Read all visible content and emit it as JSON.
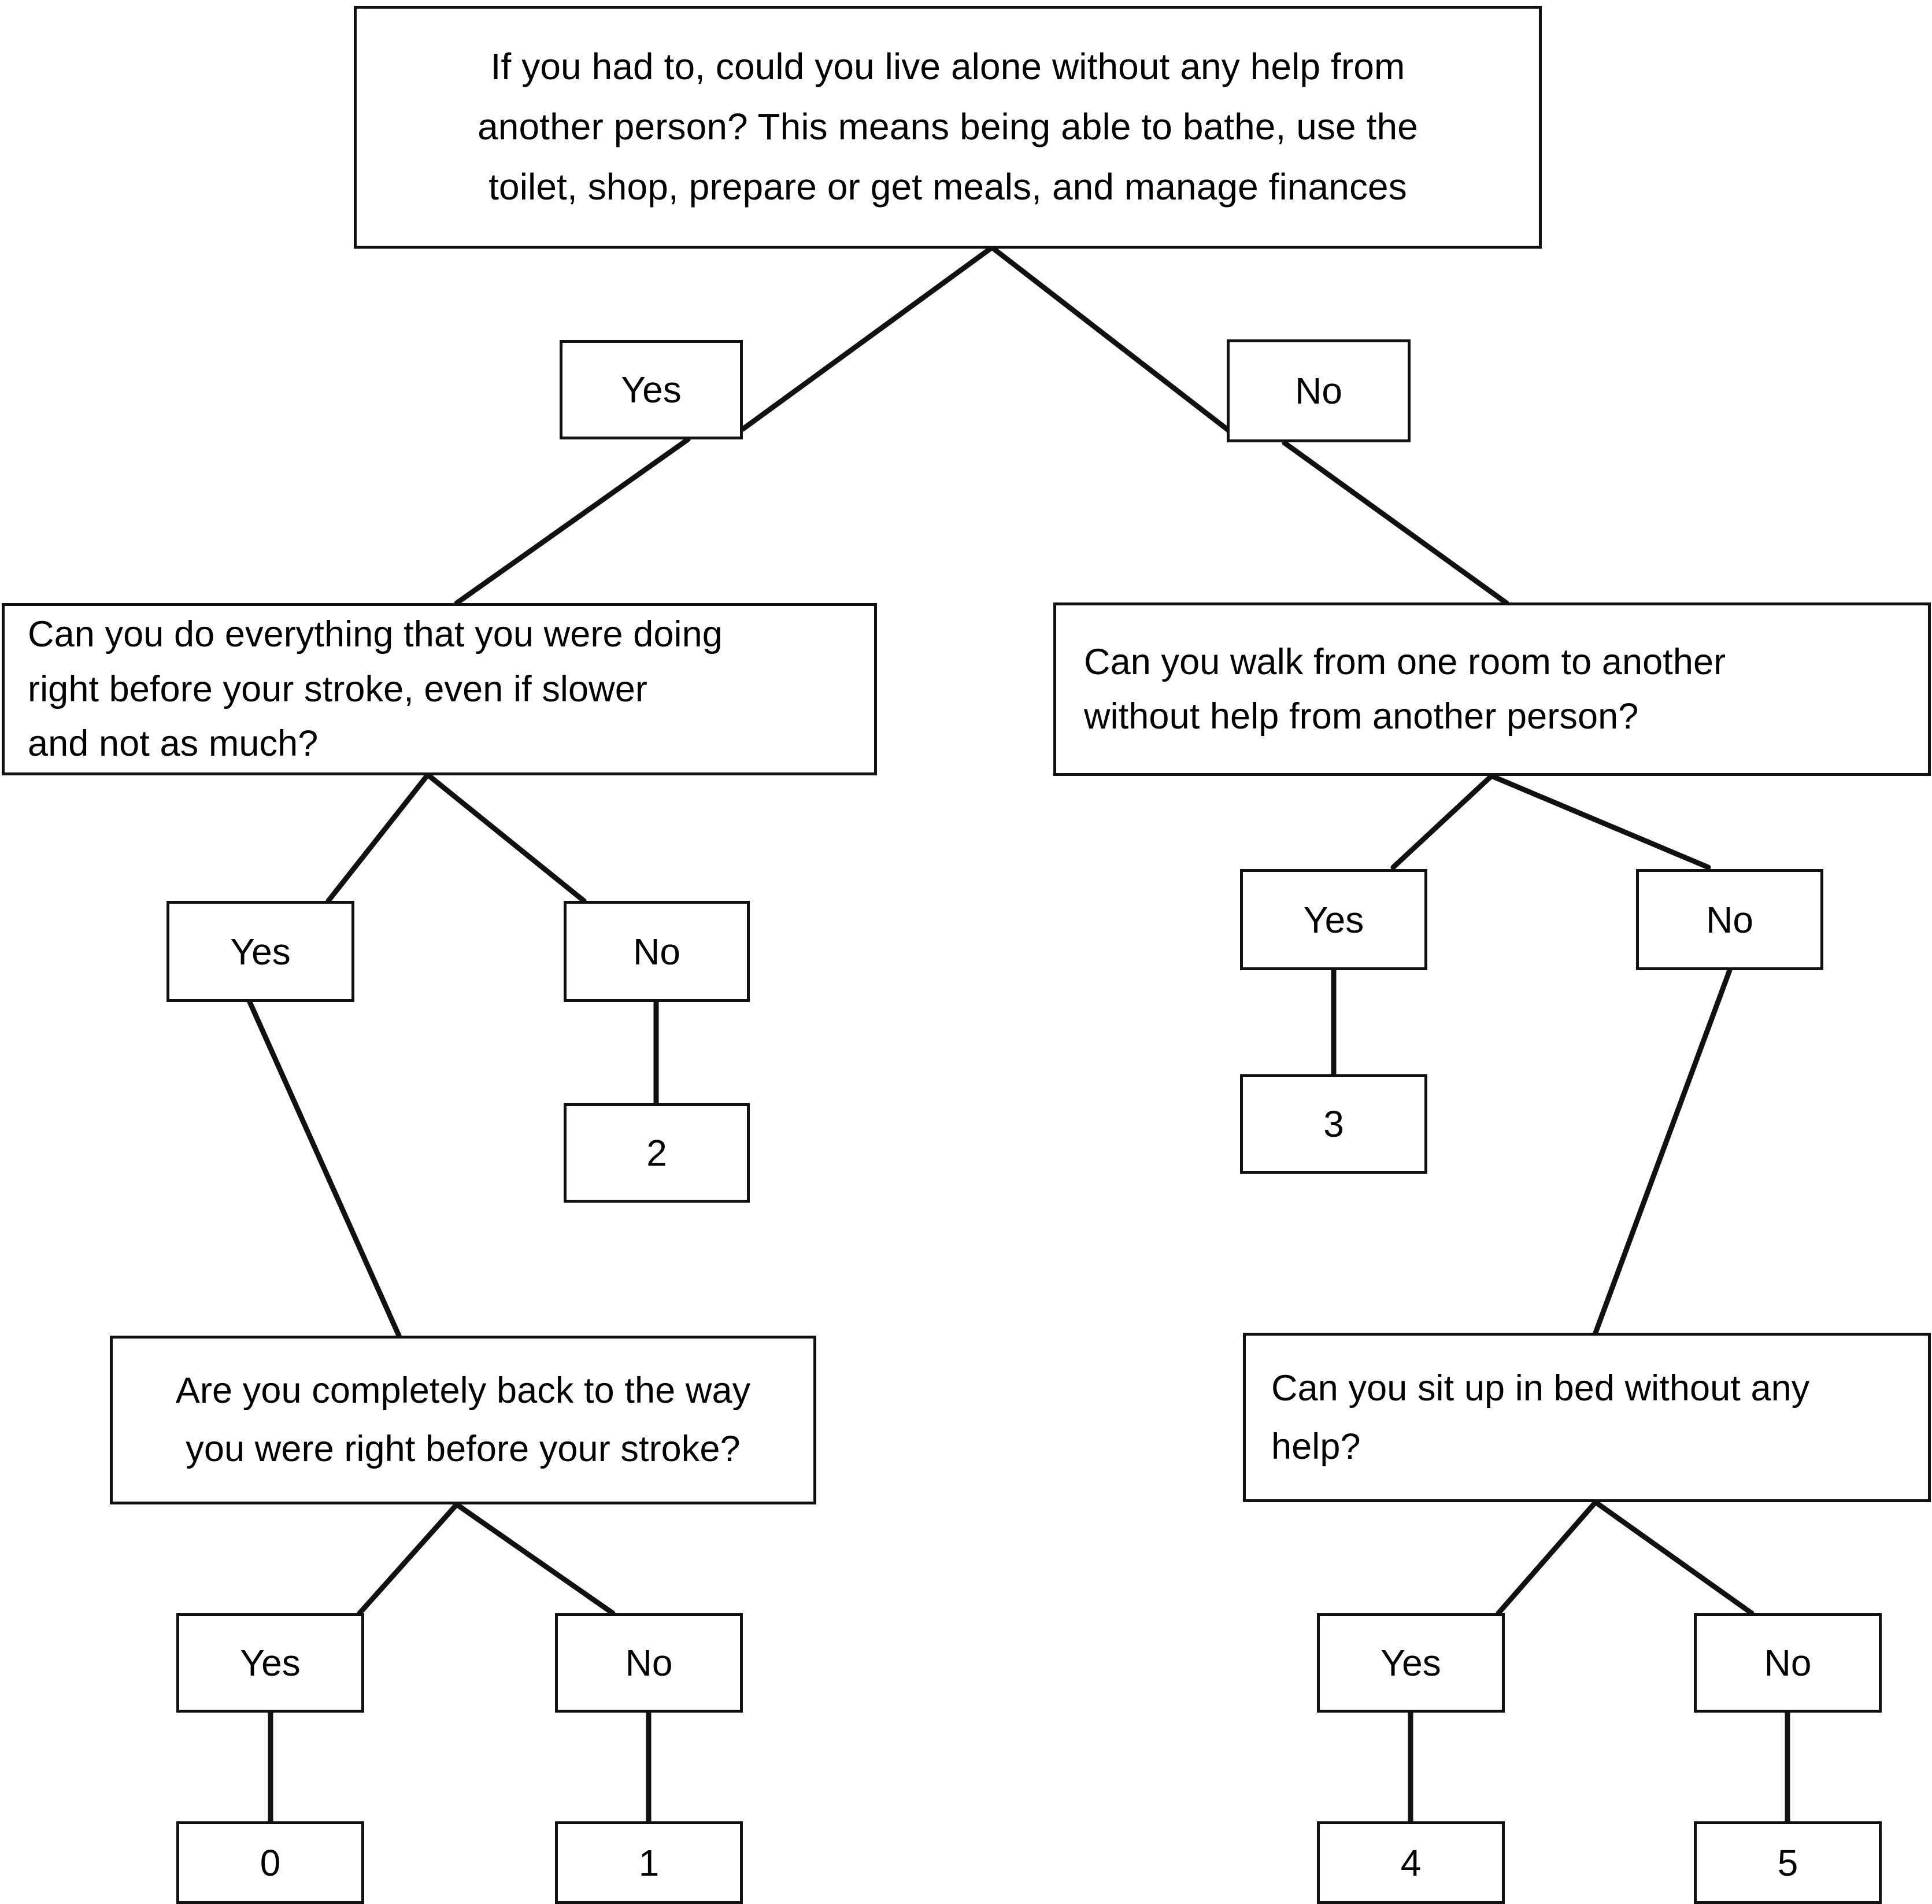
{
  "diagram": {
    "type": "decision-tree",
    "title_visible": false,
    "line_color": "#111111",
    "box_fill": "#ffffff",
    "text_color": "#000000"
  },
  "nodes": {
    "root_question": "If you had to, could you live alone without any help from\nanother person? This means being able to bathe, use the\ntoilet, shop, prepare or get meals, and manage finances",
    "root_yes": "Yes",
    "root_no": "No",
    "left_question": "Can you do everything that you were doing\n right before your stroke, even if slower\nand not as much?",
    "right_question": "Can you walk from one room to another\n without help from another person?",
    "left_yes": "Yes",
    "left_no": "No",
    "left_no_score": "2",
    "right_yes": "Yes",
    "right_no": "No",
    "right_yes_score": "3",
    "bottom_left_question": "Are you completely back to the way\nyou were right before your stroke?",
    "bottom_right_question": "Can you sit up in bed without any\nhelp?",
    "bl_yes": "Yes",
    "bl_no": "No",
    "bl_yes_score": "0",
    "bl_no_score": "1",
    "br_yes": "Yes",
    "br_no": "No",
    "br_yes_score": "4",
    "br_no_score": "5"
  }
}
